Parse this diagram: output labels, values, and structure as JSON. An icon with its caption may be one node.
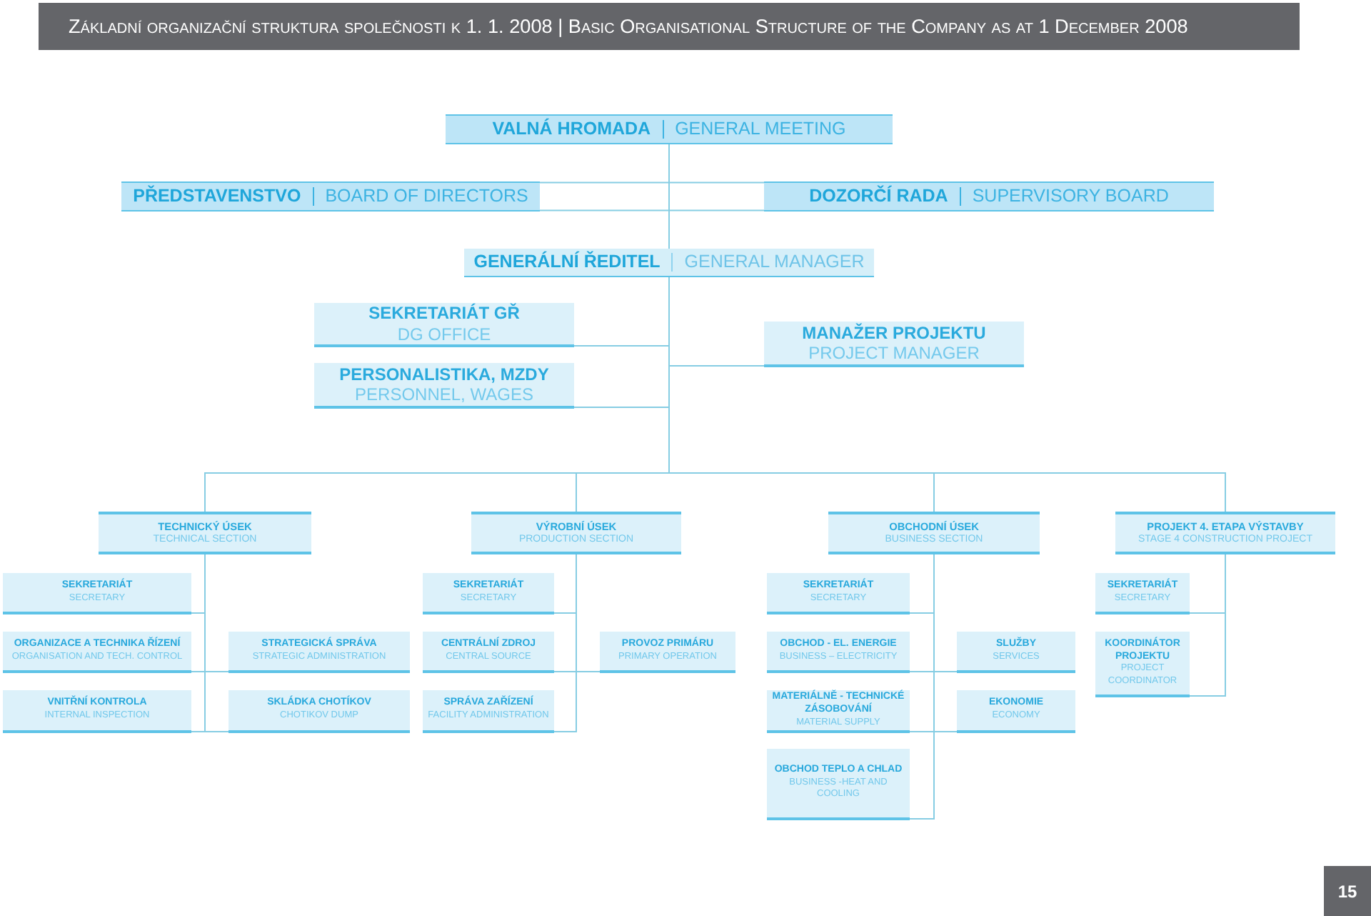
{
  "diagram": {
    "title": "Základní organizační struktura společnosti k 1. 1. 2008 | Basic Organisational Structure of the Company as at 1 December 2008",
    "nodes": [
      {
        "text": [
          "VALNÁ HROMADA",
          "GENERAL MEETING"
        ]
      },
      {
        "text": [
          "PŘEDSTAVENSTVO",
          "BOARD OF DIRECTORS"
        ]
      },
      {
        "text": [
          "DOZORČÍ RADA",
          "SUPERVISORY BOARD"
        ]
      },
      {
        "text": [
          "GENERÁLNÍ ŘEDITEL",
          "GENERAL MANAGER"
        ]
      },
      {
        "text": [
          "SEKRETARIÁT GŘ",
          "DG OFFICE"
        ]
      },
      {
        "text": [
          "PERSONALISTIKA, MZDY",
          "PERSONNEL, WAGES"
        ]
      },
      {
        "text": [
          "MANAŽER PROJEKTU",
          "PROJECT MANAGER"
        ]
      },
      {
        "text": [
          "TECHNICKÝ ÚSEK",
          "TECHNICAL SECTION"
        ]
      },
      {
        "text": [
          "VÝROBNÍ ÚSEK",
          "PRODUCTION SECTION"
        ]
      },
      {
        "text": [
          "OBCHODNÍ ÚSEK",
          "BUSINESS SECTION"
        ]
      },
      {
        "text": [
          "PROJEKT 4. ETAPA VÝSTAVBY",
          "STAGE 4 CONSTRUCTION PROJECT"
        ]
      },
      {
        "text": [
          "SEKRETARIÁT",
          "SECRETARY"
        ]
      },
      {
        "text": [
          "ORGANIZACE A TECHNIKA ŘÍZENÍ",
          "ORGANISATION AND TECH. CONTROL"
        ]
      },
      {
        "text": [
          "VNITŘNÍ KONTROLA",
          "INTERNAL INSPECTION"
        ]
      },
      {
        "text": [
          "STRATEGICKÁ SPRÁVA",
          "STRATEGIC ADMINISTRATION"
        ]
      },
      {
        "text": [
          "SKLÁDKA CHOTÍKOV",
          "CHOTIKOV DUMP"
        ]
      },
      {
        "text": [
          "SEKRETARIÁT",
          "SECRETARY"
        ]
      },
      {
        "text": [
          "CENTRÁLNÍ ZDROJ",
          "CENTRAL SOURCE"
        ]
      },
      {
        "text": [
          "SPRÁVA ZAŘÍZENÍ",
          "FACILITY ADMINISTRATION"
        ]
      },
      {
        "text": [
          "PROVOZ PRIMÁRU",
          "PRIMARY OPERATION"
        ]
      },
      {
        "text": [
          "SEKRETARIÁT",
          "SECRETARY"
        ]
      },
      {
        "text": [
          "OBCHOD - EL. ENERGIE",
          "BUSINESS – ELECTRICITY"
        ]
      },
      {
        "text": [
          "MATERIÁLNĚ - TECHNICKÉ ZÁSOBOVÁNÍ",
          "MATERIAL SUPPLY"
        ]
      },
      {
        "text": [
          "OBCHOD TEPLO A CHLAD",
          "BUSINESS -HEAT AND COOLING"
        ]
      },
      {
        "text": [
          "SLUŽBY",
          "SERVICES"
        ]
      },
      {
        "text": [
          "EKONOMIE",
          "ECONOMY"
        ]
      },
      {
        "text": [
          "SEKRETARIÁT",
          "SECRETARY"
        ]
      },
      {
        "text": [
          "KOORDINÁTOR PROJEKTU",
          "PROJECT COORDINATOR"
        ]
      }
    ],
    "edges": [
      {
        "from": 0,
        "to": 3,
        "arrow": "none"
      },
      {
        "from": 1,
        "to": 2,
        "arrow": "none"
      },
      {
        "from": 3,
        "to": 4,
        "arrow": "none"
      },
      {
        "from": 3,
        "to": 5,
        "arrow": "none"
      },
      {
        "from": 3,
        "to": 6,
        "arrow": "none"
      },
      {
        "from": 3,
        "to": 7,
        "arrow": "none"
      },
      {
        "from": 3,
        "to": 8,
        "arrow": "none"
      },
      {
        "from": 3,
        "to": 9,
        "arrow": "none"
      },
      {
        "from": 3,
        "to": 10,
        "arrow": "none"
      },
      {
        "from": 7,
        "to": 11,
        "arrow": "none"
      },
      {
        "from": 7,
        "to": 12,
        "arrow": "none"
      },
      {
        "from": 7,
        "to": 13,
        "arrow": "none"
      },
      {
        "from": 7,
        "to": 14,
        "arrow": "none"
      },
      {
        "from": 7,
        "to": 15,
        "arrow": "none"
      },
      {
        "from": 8,
        "to": 16,
        "arrow": "none"
      },
      {
        "from": 8,
        "to": 17,
        "arrow": "none"
      },
      {
        "from": 8,
        "to": 18,
        "arrow": "none"
      },
      {
        "from": 8,
        "to": 19,
        "arrow": "none"
      },
      {
        "from": 9,
        "to": 20,
        "arrow": "none"
      },
      {
        "from": 9,
        "to": 21,
        "arrow": "none"
      },
      {
        "from": 9,
        "to": 22,
        "arrow": "none"
      },
      {
        "from": 9,
        "to": 23,
        "arrow": "none"
      },
      {
        "from": 9,
        "to": 24,
        "arrow": "none"
      },
      {
        "from": 9,
        "to": 25,
        "arrow": "none"
      },
      {
        "from": 10,
        "to": 26,
        "arrow": "none"
      },
      {
        "from": 10,
        "to": 27,
        "arrow": "none"
      }
    ],
    "labels": [
      "15"
    ]
  }
}
